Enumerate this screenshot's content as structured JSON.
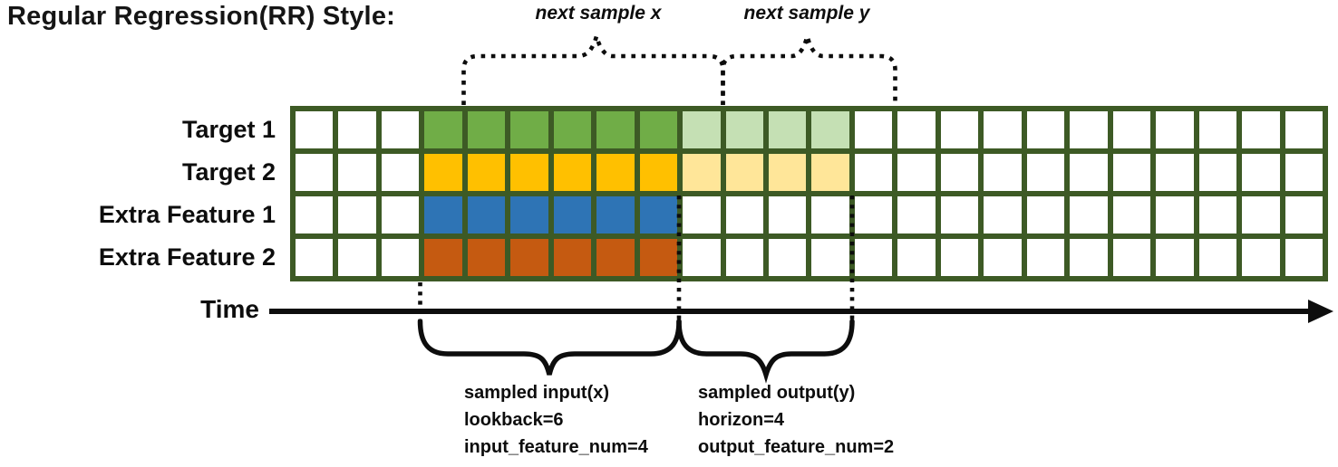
{
  "title": "Regular Regression(RR) Style:",
  "annotations": {
    "next_sample_x": "next sample x",
    "next_sample_y": "next sample y",
    "time_label": "Time"
  },
  "notes": {
    "input": [
      "sampled input(x)",
      "lookback=6",
      "input_feature_num=4"
    ],
    "output": [
      "sampled output(y)",
      "horizon=4",
      "output_feature_num=2"
    ]
  },
  "params": {
    "lookback": 6,
    "horizon": 4,
    "input_feature_num": 4,
    "output_feature_num": 2
  },
  "grid": {
    "columns": 24,
    "rows": [
      {
        "label": "Target 1",
        "segments": [
          {
            "count": 3,
            "fill": "white"
          },
          {
            "count": 6,
            "fill": "green"
          },
          {
            "count": 4,
            "fill": "green_light"
          },
          {
            "count": 11,
            "fill": "white"
          }
        ]
      },
      {
        "label": "Target 2",
        "segments": [
          {
            "count": 3,
            "fill": "white"
          },
          {
            "count": 6,
            "fill": "yellow"
          },
          {
            "count": 4,
            "fill": "yellow_light"
          },
          {
            "count": 11,
            "fill": "white"
          }
        ]
      },
      {
        "label": "Extra Feature 1",
        "segments": [
          {
            "count": 3,
            "fill": "white"
          },
          {
            "count": 6,
            "fill": "blue"
          },
          {
            "count": 15,
            "fill": "white"
          }
        ]
      },
      {
        "label": "Extra Feature 2",
        "segments": [
          {
            "count": 3,
            "fill": "white"
          },
          {
            "count": 6,
            "fill": "orange"
          },
          {
            "count": 15,
            "fill": "white"
          }
        ]
      }
    ]
  },
  "colors": {
    "grid_line": "#3d5a25",
    "white": "#ffffff",
    "green": "#70ad47",
    "green_light": "#c5e0b4",
    "yellow": "#ffc000",
    "yellow_light": "#ffe699",
    "blue": "#2e74b5",
    "orange": "#c55a11",
    "ink": "#111111"
  }
}
